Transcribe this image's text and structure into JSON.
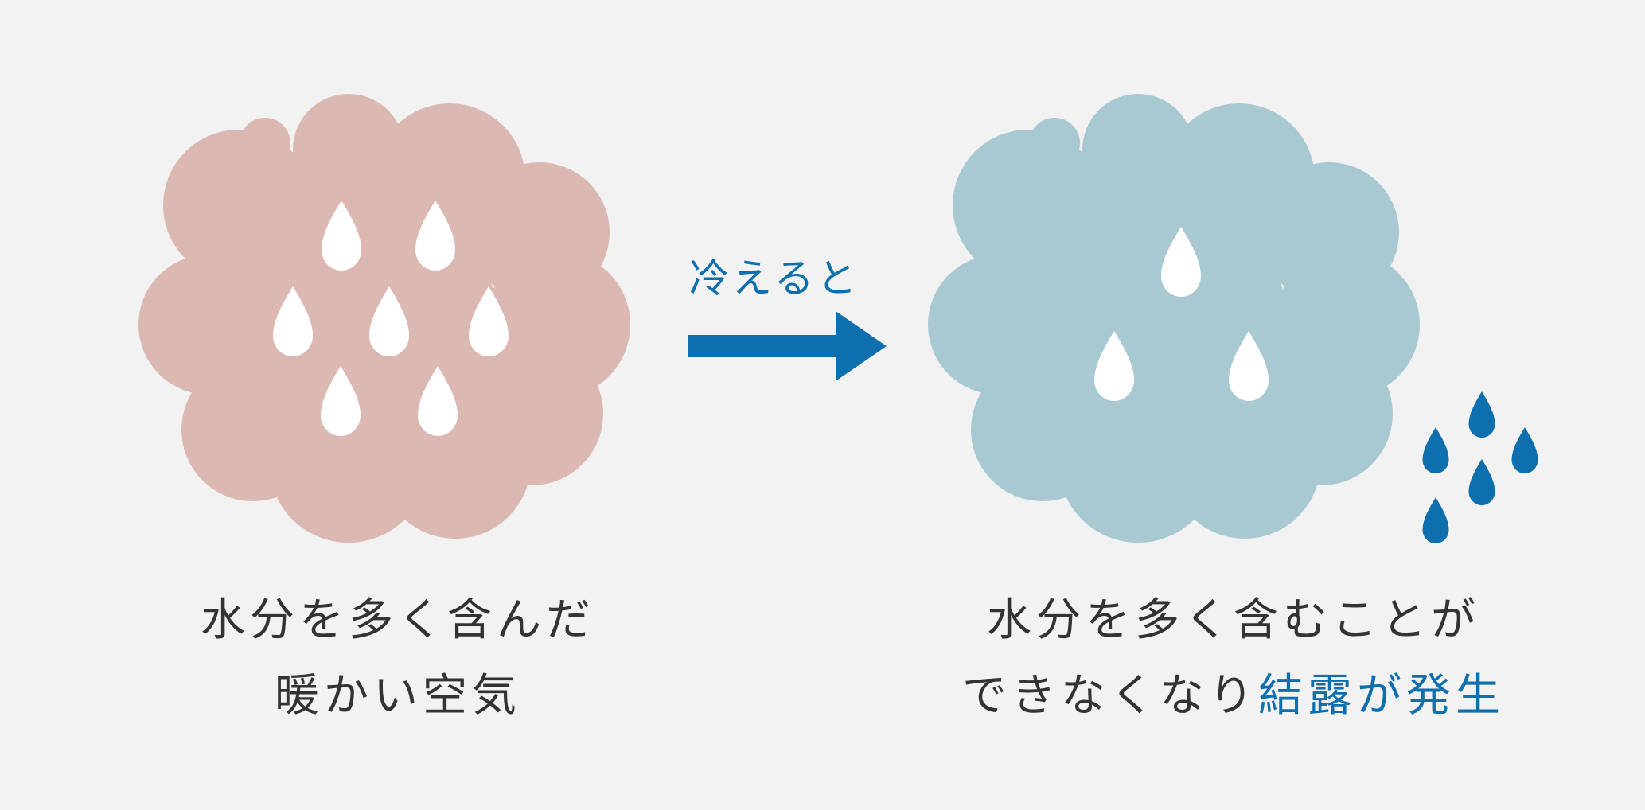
{
  "colors": {
    "background": "#f2f2f2",
    "warm_cloud": "#dcb8b2",
    "cool_cloud": "#a8c9d2",
    "accent_blue": "#0e6fae",
    "drop_white": "#ffffff",
    "text": "#333333"
  },
  "arrow": {
    "label": "冷えると",
    "icon": "right-arrow-icon"
  },
  "warm_air": {
    "icon": "cloud-icon",
    "drop_icon": "water-drop-icon",
    "drops_inside": 7,
    "caption_line1": "水分を多く含んだ",
    "caption_line2": "暖かい空気"
  },
  "cool_air": {
    "icon": "cloud-icon",
    "drop_icon": "water-drop-icon",
    "drops_inside": 3,
    "drops_falling": 5,
    "caption_line1": "水分を多く含むことが",
    "caption_line2_plain": "できなくなり",
    "caption_line2_accent": "結露が発生"
  }
}
